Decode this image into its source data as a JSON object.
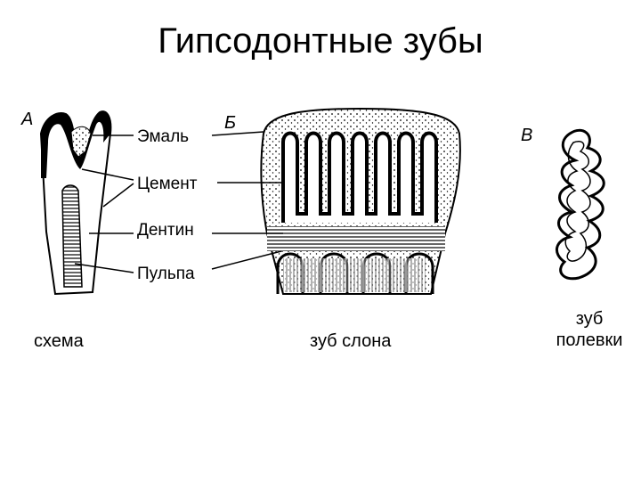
{
  "title": "Гипсодонтные зубы",
  "panels": {
    "a": "А",
    "b": "Б",
    "c": "В"
  },
  "labels": {
    "enamel": "Эмаль",
    "cement": "Цемент",
    "dentin": "Дентин",
    "pulp": "Пульпа"
  },
  "captions": {
    "scheme": "схема",
    "elephant": "зуб слона",
    "vole_line1": "зуб",
    "vole_line2": "полевки"
  }
}
